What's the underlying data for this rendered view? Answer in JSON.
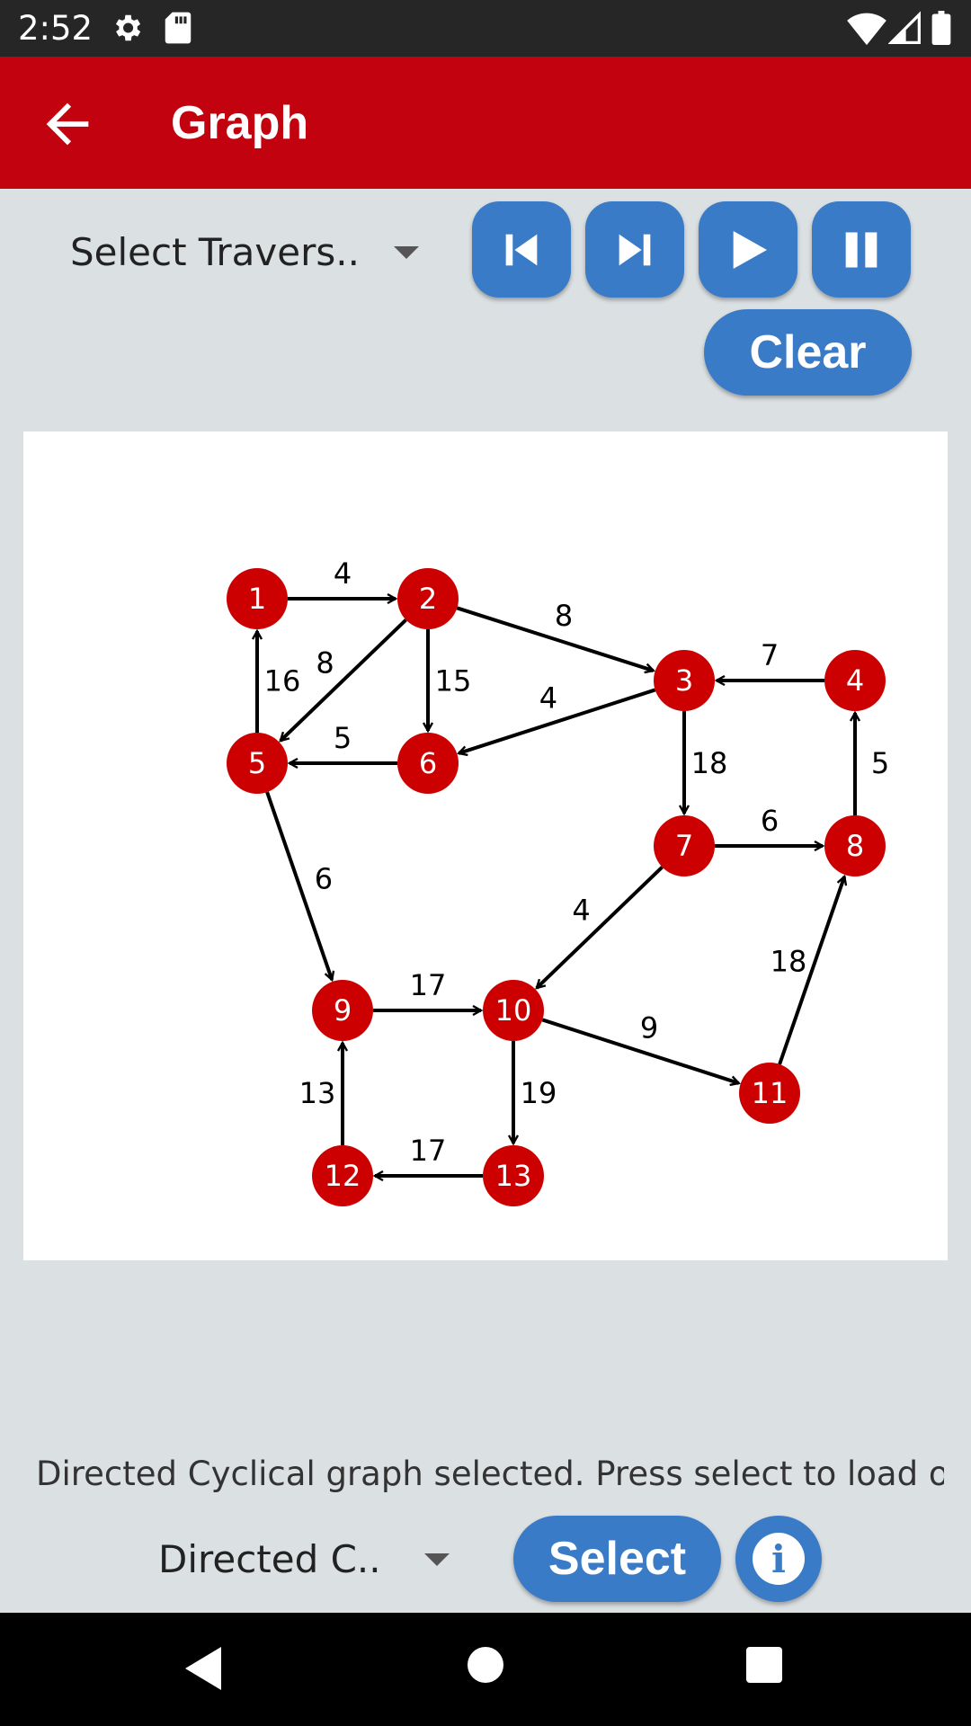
{
  "status_bar": {
    "time": "2:52",
    "icons": [
      "gear-icon",
      "sd-card-icon",
      "wifi-icon",
      "signal-icon",
      "battery-icon"
    ]
  },
  "app_bar": {
    "title": "Graph",
    "back_icon": "arrow-back-icon"
  },
  "traversal": {
    "selected": "Select Travers..",
    "buttons": [
      "skip-previous-icon",
      "skip-next-icon",
      "play-icon",
      "pause-icon"
    ],
    "clear_label": "Clear"
  },
  "graph": {
    "node_color": "#cc0000",
    "nodes": [
      {
        "id": "1"
      },
      {
        "id": "2"
      },
      {
        "id": "3"
      },
      {
        "id": "4"
      },
      {
        "id": "5"
      },
      {
        "id": "6"
      },
      {
        "id": "7"
      },
      {
        "id": "8"
      },
      {
        "id": "9"
      },
      {
        "id": "10"
      },
      {
        "id": "11"
      },
      {
        "id": "12"
      },
      {
        "id": "13"
      }
    ],
    "edges": [
      {
        "from": "1",
        "to": "2",
        "weight": "4"
      },
      {
        "from": "2",
        "to": "3",
        "weight": "8"
      },
      {
        "from": "2",
        "to": "5",
        "weight": "8"
      },
      {
        "from": "2",
        "to": "6",
        "weight": "15"
      },
      {
        "from": "5",
        "to": "1",
        "weight": "16"
      },
      {
        "from": "3",
        "to": "6",
        "weight": "4"
      },
      {
        "from": "6",
        "to": "5",
        "weight": "5"
      },
      {
        "from": "4",
        "to": "3",
        "weight": "7"
      },
      {
        "from": "3",
        "to": "7",
        "weight": "18"
      },
      {
        "from": "8",
        "to": "4",
        "weight": "5"
      },
      {
        "from": "7",
        "to": "8",
        "weight": "6"
      },
      {
        "from": "5",
        "to": "9",
        "weight": "6"
      },
      {
        "from": "7",
        "to": "10",
        "weight": "4"
      },
      {
        "from": "9",
        "to": "10",
        "weight": "17"
      },
      {
        "from": "10",
        "to": "11",
        "weight": "9"
      },
      {
        "from": "11",
        "to": "8",
        "weight": "18"
      },
      {
        "from": "10",
        "to": "13",
        "weight": "19"
      },
      {
        "from": "12",
        "to": "9",
        "weight": "13"
      },
      {
        "from": "13",
        "to": "12",
        "weight": "17"
      }
    ]
  },
  "message": "Directed Cyclical graph selected. Press select to load onto",
  "graph_select": {
    "selected": "Directed C..",
    "select_label": "Select",
    "info_icon": "info-icon"
  },
  "nav_bar": {
    "icons": [
      "nav-back-icon",
      "nav-home-icon",
      "nav-recents-icon"
    ]
  }
}
